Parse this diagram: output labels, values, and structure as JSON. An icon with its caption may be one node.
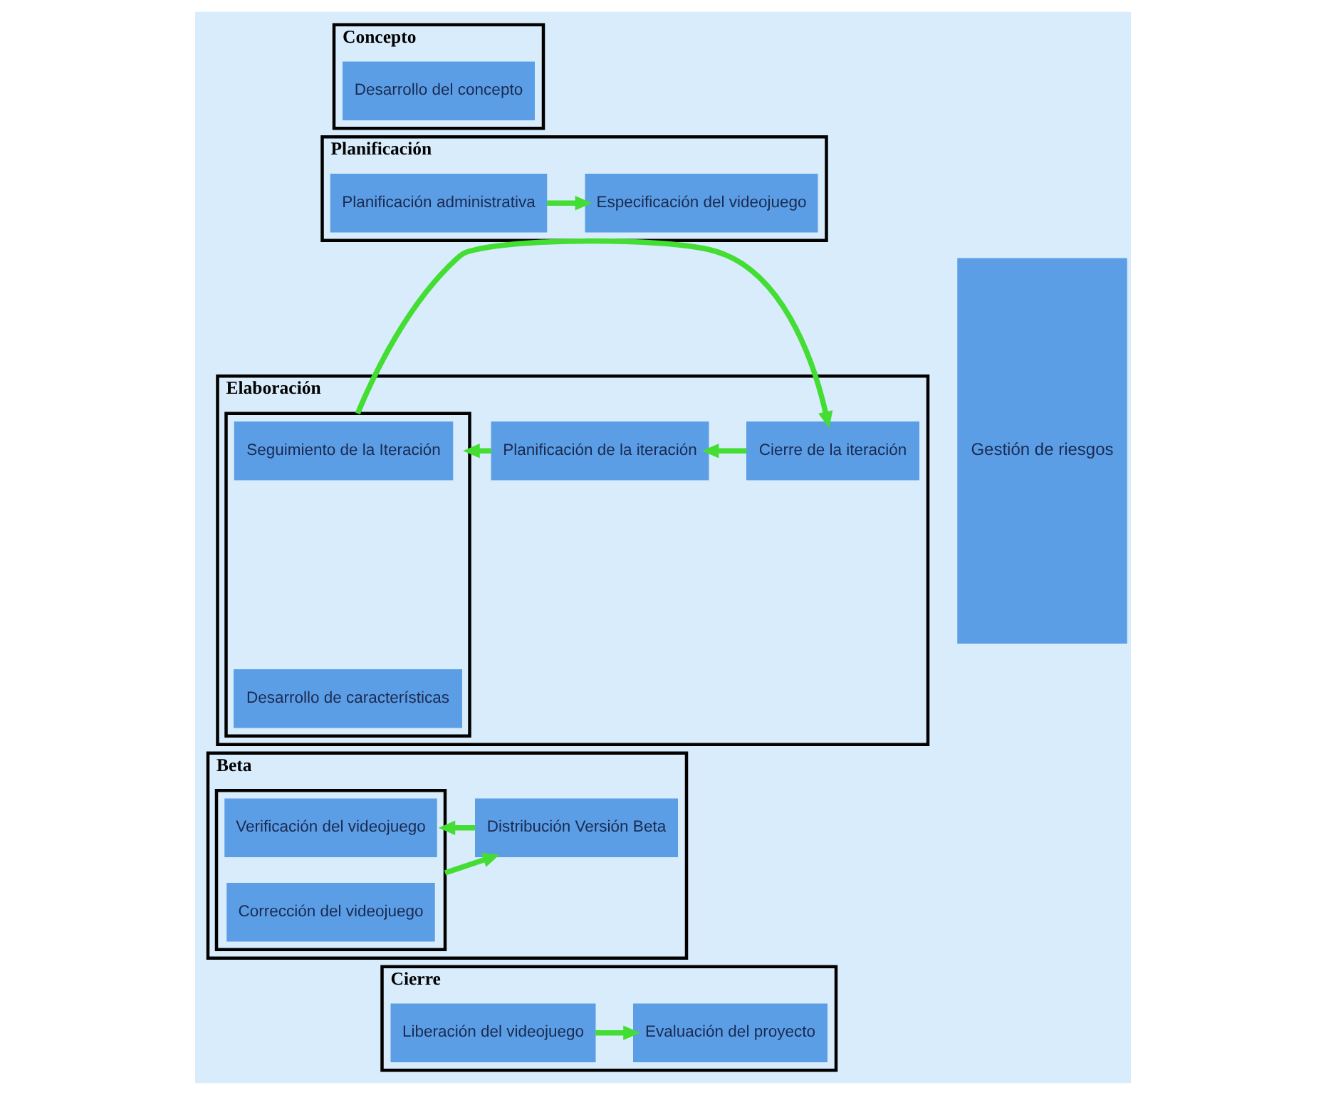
{
  "diagram": {
    "nodes": [
      {
        "text": [
          "Concepto"
        ]
      },
      {
        "text": [
          "Desarrollo del concepto"
        ],
        "in": 0
      },
      {
        "text": [
          "Planificación"
        ]
      },
      {
        "text": [
          "Planificación administrativa"
        ],
        "in": 2
      },
      {
        "text": [
          "Especificación del videojuego"
        ],
        "in": 2
      },
      {
        "text": [
          "Elaboración"
        ]
      },
      {
        "text": [
          "Planificación de la iteración"
        ],
        "in": 5
      },
      {
        "text": [],
        "shape": "box",
        "in": 5
      },
      {
        "text": [
          "Seguimiento de la Iteración"
        ],
        "in": 7
      },
      {
        "text": [
          "Desarrollo de características"
        ],
        "in": 7
      },
      {
        "text": [
          "Cierre de la iteración"
        ],
        "in": 5
      },
      {
        "text": [
          "Beta"
        ]
      },
      {
        "text": [
          "Distribución Versión Beta"
        ],
        "in": 11
      },
      {
        "text": [],
        "shape": "box",
        "in": 11
      },
      {
        "text": [
          "Verificación del videojuego"
        ],
        "in": 13
      },
      {
        "text": [
          "Corrección del videojuego"
        ],
        "in": 13
      },
      {
        "text": [
          "Cierre"
        ]
      },
      {
        "text": [
          "Liberación del videojuego"
        ],
        "in": 16
      },
      {
        "text": [
          "Evaluación del proyecto"
        ],
        "in": 16
      },
      {
        "text": [
          "Gestión de riesgos"
        ]
      }
    ],
    "edges": [
      {
        "from": 3,
        "to": 4,
        "arrow": "to"
      },
      {
        "from": 6,
        "to": 7,
        "arrow": "to"
      },
      {
        "from": 7,
        "to": 10,
        "arrow": "to"
      },
      {
        "from": 10,
        "to": 6,
        "arrow": "to"
      },
      {
        "from": 12,
        "to": 13,
        "arrow": "to"
      },
      {
        "from": 13,
        "to": 12,
        "arrow": "to"
      },
      {
        "from": 17,
        "to": 18,
        "arrow": "to"
      }
    ]
  }
}
